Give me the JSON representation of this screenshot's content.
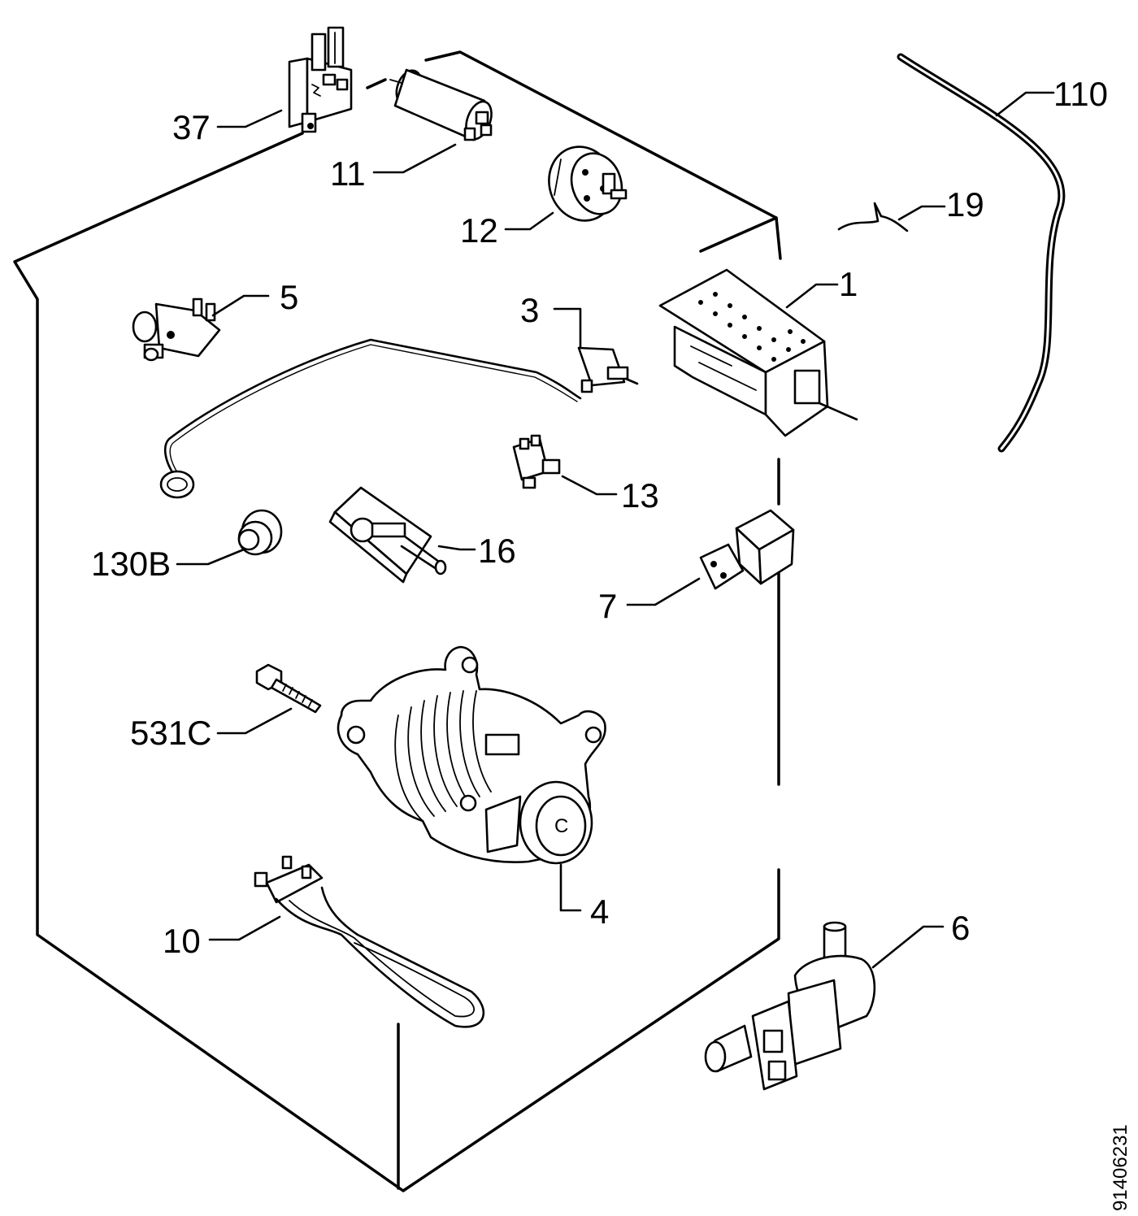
{
  "diagram": {
    "labels": {
      "p1": "1",
      "p3": "3",
      "p4": "4",
      "p5": "5",
      "p6": "6",
      "p7": "7",
      "p10": "10",
      "p11": "11",
      "p12": "12",
      "p13": "13",
      "p16": "16",
      "p19": "19",
      "p37": "37",
      "p110": "110",
      "p130": "130B",
      "p531": "531C"
    },
    "reference_code": "91406231"
  }
}
